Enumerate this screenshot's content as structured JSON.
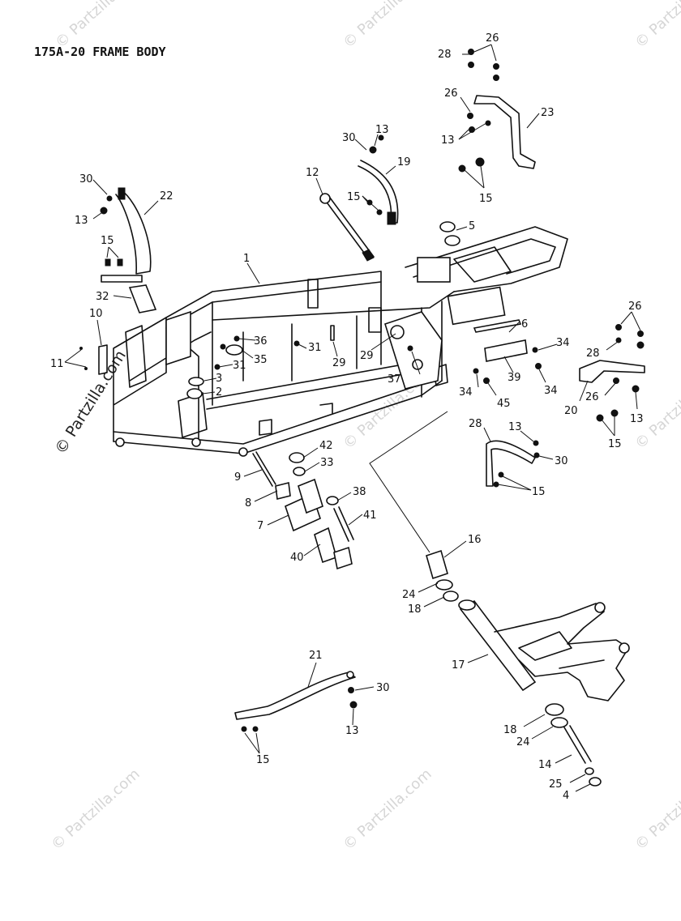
{
  "title": "175A-20 FRAME BODY",
  "watermark": "© Partzilla.com",
  "callouts": {
    "n1": "1",
    "n2": "2",
    "n3": "3",
    "n4": "4",
    "n5": "5",
    "n6": "6",
    "n7": "7",
    "n8": "8",
    "n9": "9",
    "n10": "10",
    "n11": "11",
    "n12": "12",
    "n13": "13",
    "n14": "14",
    "n15": "15",
    "n16": "16",
    "n17": "17",
    "n18": "18",
    "n19": "19",
    "n20": "20",
    "n21": "21",
    "n22": "22",
    "n23": "23",
    "n24": "24",
    "n25": "25",
    "n26": "26",
    "n28": "28",
    "n29": "29",
    "n30": "30",
    "n31": "31",
    "n32": "32",
    "n33": "33",
    "n34": "34",
    "n35": "35",
    "n36": "36",
    "n37": "37",
    "n38": "38",
    "n39": "39",
    "n40": "40",
    "n41": "41",
    "n42": "42",
    "n45": "45"
  }
}
